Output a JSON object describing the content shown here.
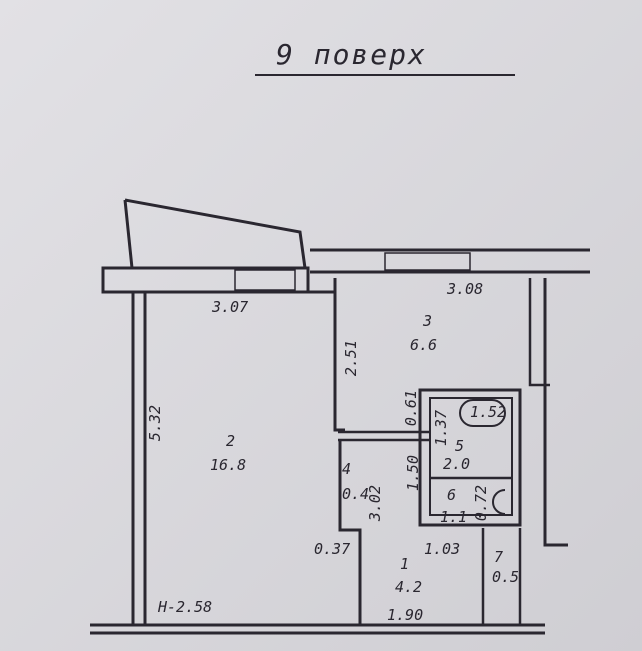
{
  "title": "9 поверх",
  "rooms": [
    {
      "num": "1",
      "area": "4.2"
    },
    {
      "num": "2",
      "area": "16.8"
    },
    {
      "num": "3",
      "area": "6.6"
    },
    {
      "num": "4",
      "area": "0.4"
    },
    {
      "num": "5",
      "area": "2.0"
    },
    {
      "num": "6",
      "area": "1.1"
    },
    {
      "num": "7",
      "area": "0.5"
    }
  ],
  "dimensions": {
    "d1": "3.07",
    "d2": "3.08",
    "d3": "2.51",
    "d4": "5.32",
    "d5": "0.61",
    "d6": "1.37",
    "d7": "1.52",
    "d8": "1.50",
    "d9": "0.72",
    "d10": "3.02",
    "d11": "0.37",
    "d12": "1.03",
    "d13": "1.90"
  },
  "height_label": "H-2.58"
}
